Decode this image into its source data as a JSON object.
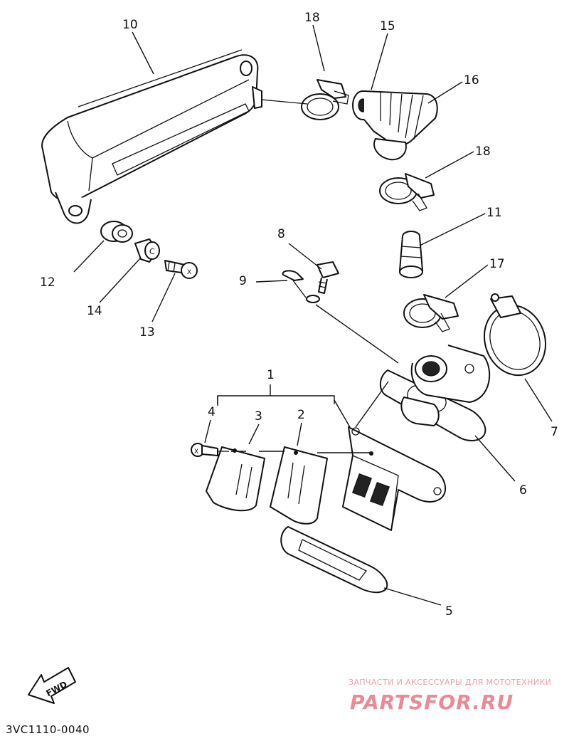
{
  "callouts": [
    {
      "id": "1",
      "label": "1"
    },
    {
      "id": "2",
      "label": "2"
    },
    {
      "id": "3",
      "label": "3"
    },
    {
      "id": "4",
      "label": "4"
    },
    {
      "id": "5",
      "label": "5"
    },
    {
      "id": "6",
      "label": "6"
    },
    {
      "id": "7",
      "label": "7"
    },
    {
      "id": "8",
      "label": "8"
    },
    {
      "id": "9",
      "label": "9"
    },
    {
      "id": "10",
      "label": "10"
    },
    {
      "id": "11",
      "label": "11"
    },
    {
      "id": "12",
      "label": "12"
    },
    {
      "id": "13",
      "label": "13"
    },
    {
      "id": "14",
      "label": "14"
    },
    {
      "id": "15",
      "label": "15"
    },
    {
      "id": "16",
      "label": "16"
    },
    {
      "id": "17",
      "label": "17"
    },
    {
      "id": "18a",
      "label": "18"
    },
    {
      "id": "18b",
      "label": "18"
    }
  ],
  "fwd_arrow": {
    "label": "FWD"
  },
  "diagram_code": "3VC1110-0040",
  "watermark": {
    "tagline": "ЗАПЧАСТИ И АКСЕССУАРЫ ДЛЯ МОТОТЕХНИКИ",
    "brand": "PARTSFOR.RU"
  }
}
